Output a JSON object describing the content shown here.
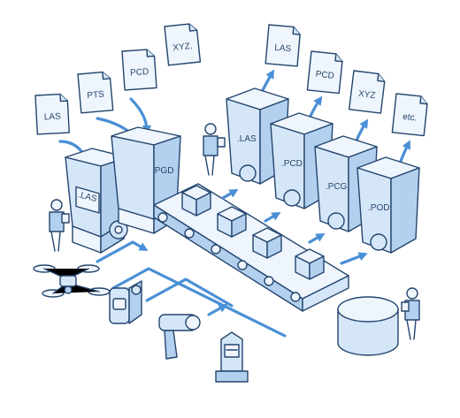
{
  "colors": {
    "outline": "#24456e",
    "accent": "#4a8fd6",
    "light": "#eef5fd",
    "mid": "#d4e6f8",
    "dark": "#8cb6e0"
  },
  "floating_files": [
    "LAS",
    "PTS",
    "PCD",
    "XYZ.",
    "LAS",
    "PCD",
    "XYZ",
    "etc."
  ],
  "bins": [
    ".LAS",
    ".PGD",
    ".LAS",
    ".PCD",
    ".PCG",
    ".POD"
  ],
  "devices": [
    "drone-icon",
    "handheld-scanner-icon",
    "handheld-lidar-icon",
    "terrestrial-scanner-icon"
  ]
}
